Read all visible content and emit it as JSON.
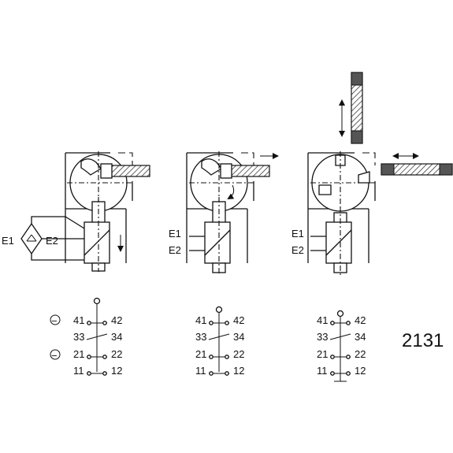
{
  "diagram": {
    "code": "2131",
    "coil_labels": [
      "E1",
      "E2"
    ],
    "contact_rows": [
      {
        "left": "41",
        "right": "42"
      },
      {
        "left": "33",
        "right": "34"
      },
      {
        "left": "21",
        "right": "22"
      },
      {
        "left": "11",
        "right": "12"
      }
    ],
    "minus_symbol": "−",
    "diode_symbol": "diode-bridge-icon"
  }
}
